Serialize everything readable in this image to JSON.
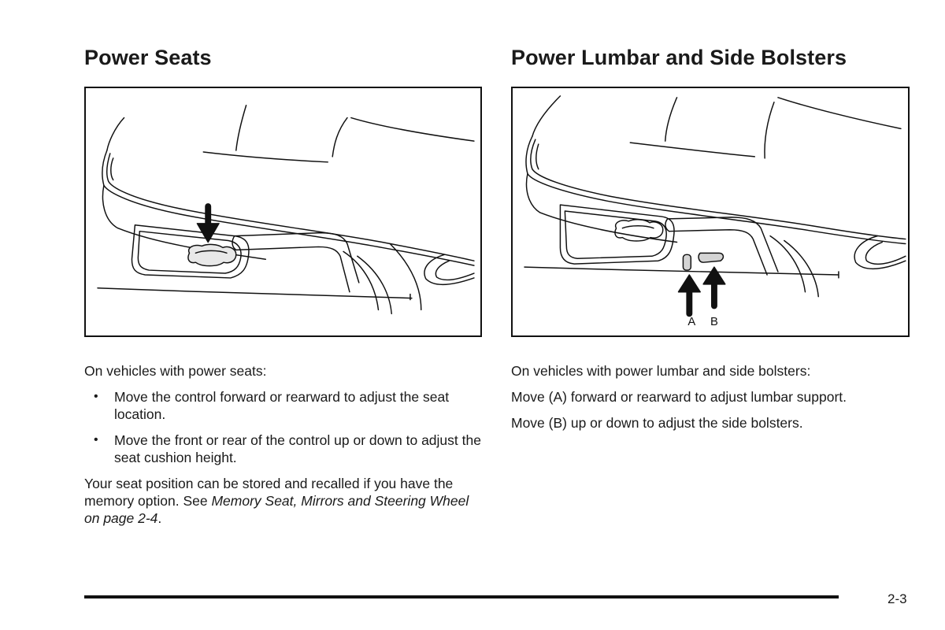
{
  "left": {
    "title": "Power Seats",
    "intro": "On vehicles with power seats:",
    "bullets": [
      "Move the control forward or rearward to adjust the seat location.",
      "Move the front or rear of the control up or down to adjust the seat cushion height."
    ],
    "memory_text": "Your seat position can be stored and recalled if you have the memory option. See ",
    "memory_link": "Memory Seat, Mirrors and Steering Wheel on page 2-4",
    "memory_end": "."
  },
  "right": {
    "title": "Power Lumbar and Side Bolsters",
    "intro": "On vehicles with power lumbar and side bolsters:",
    "line_a": "Move (A) forward or rearward to adjust lumbar support.",
    "line_b": "Move (B) up or down to adjust the side bolsters.",
    "callout_a": "A",
    "callout_b": "B"
  },
  "footer": {
    "page_number": "2-3"
  }
}
